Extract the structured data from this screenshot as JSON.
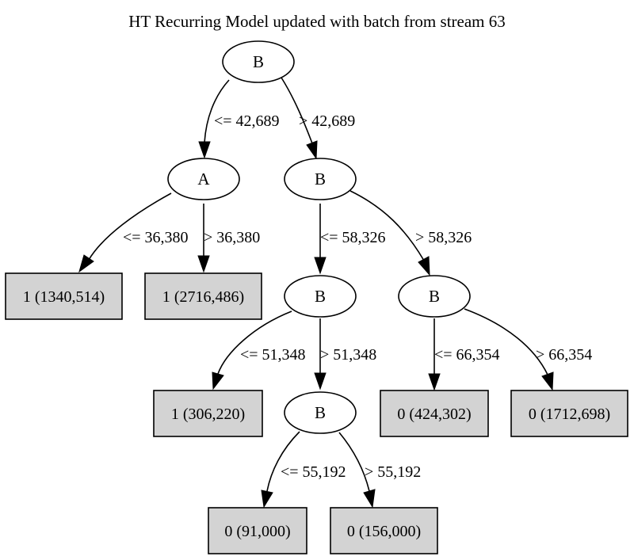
{
  "title": "HT Recurring Model updated with batch from stream 63",
  "nodes": {
    "root": "B",
    "n_a": "A",
    "n_b1": "B",
    "n_b2": "B",
    "n_b3": "B",
    "n_b4": "B"
  },
  "leaves": {
    "leaf1": "1 (1340,514)",
    "leaf2": "1 (2716,486)",
    "leaf3": "1 (306,220)",
    "leaf4": "0 (424,302)",
    "leaf5": "0 (1712,698)",
    "leaf6": "0 (91,000)",
    "leaf7": "0 (156,000)"
  },
  "edges": {
    "root_a": "<= 42,689",
    "root_b1": "> 42,689",
    "a_leaf1": "<= 36,380",
    "a_leaf2": "> 36,380",
    "b1_b2": "<= 58,326",
    "b1_b3": "> 58,326",
    "b2_leaf3": "<= 51,348",
    "b2_b4": "> 51,348",
    "b3_leaf4": "<= 66,354",
    "b3_leaf5": "> 66,354",
    "b4_leaf6": "<= 55,192",
    "b4_leaf7": "> 55,192"
  }
}
